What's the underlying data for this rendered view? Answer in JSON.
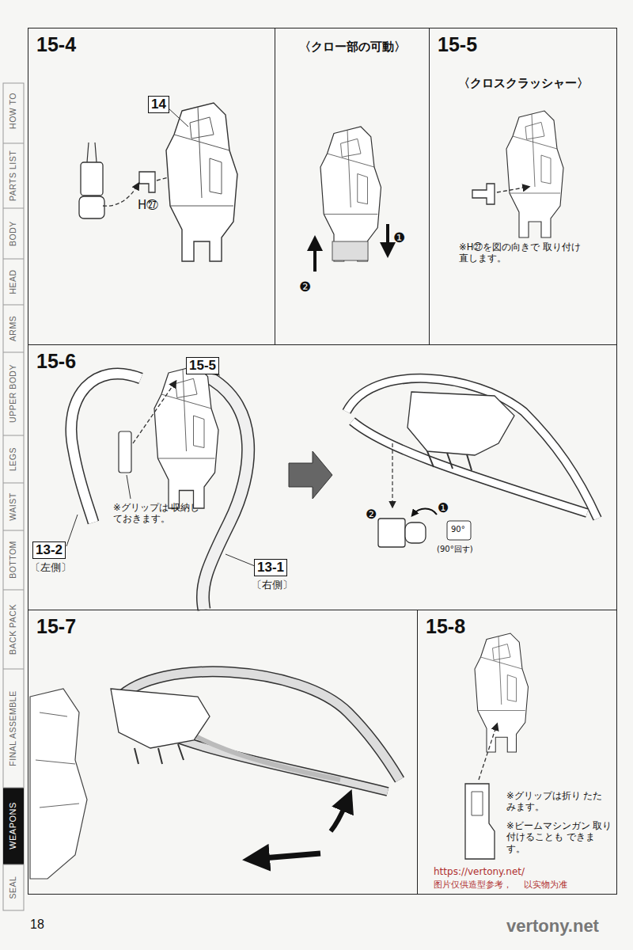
{
  "diagram": {
    "nodes": [
      {
        "text": [
          "15-4"
        ]
      },
      {
        "text": [
          "14"
        ],
        "in": 0
      },
      {
        "text": [
          "〈クロー部の可動〉"
        ]
      },
      {
        "text": [
          "15-5",
          "〈クロスクラッシャー〉"
        ]
      },
      {
        "text": [
          "15-6"
        ]
      },
      {
        "text": [
          "15-5"
        ],
        "in": 4
      },
      {
        "text": [
          "13-2"
        ],
        "in": 4
      },
      {
        "text": [
          "13-1"
        ],
        "in": 4
      },
      {
        "text": [
          "15-7"
        ]
      },
      {
        "text": [
          "15-8"
        ]
      }
    ],
    "labels": [
      "HOW TO",
      "PARTS LIST",
      "BODY",
      "HEAD",
      "ARMS",
      "UPPER BODY",
      "LEGS",
      "WAIST",
      "BOTTOM",
      "BACK PACK",
      "FINAL ASSEMBLE",
      "WEAPONS",
      "SEAL",
      "H㉗",
      "❶",
      "❷",
      "※H㉗を図の向きで 取り付け直します。",
      "※グリップは 収納しておきます。",
      "〔左側〕",
      "〔右側〕",
      "❷",
      "❶",
      "90°",
      "(90°回す)",
      "※グリップは折り たたみます。",
      "※ビームマシンガン 取り付けることも できます。",
      "18",
      "https://vertony.net/",
      "图片仅供造型参考，",
      "以实物为准",
      "vertony.net"
    ]
  }
}
